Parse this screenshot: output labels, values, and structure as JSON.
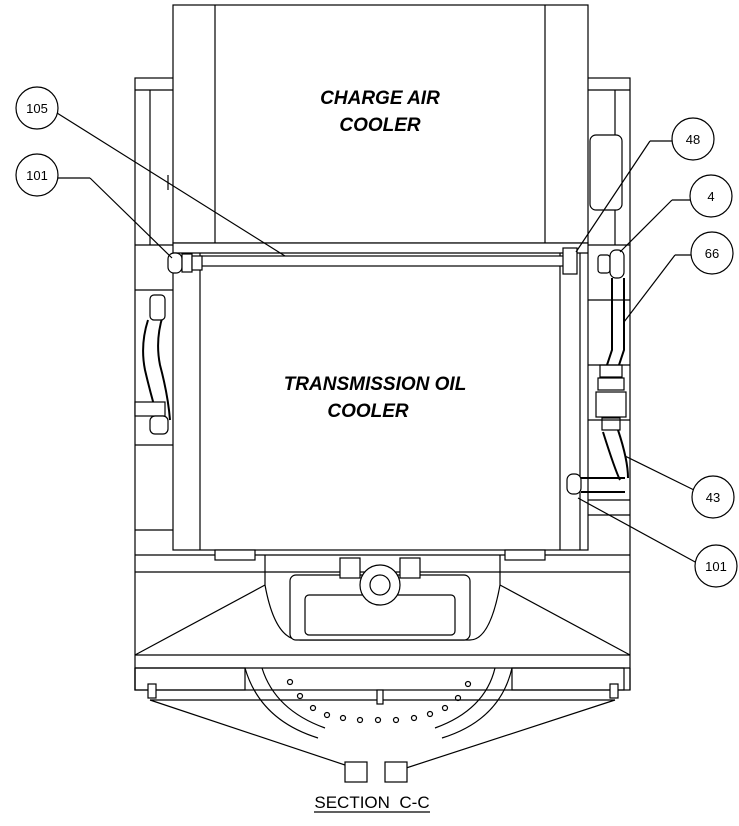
{
  "components": {
    "charge_air_cooler": {
      "line1": "CHARGE AIR",
      "line2": "COOLER"
    },
    "transmission_oil_cooler": {
      "line1": "TRANSMISSION OIL",
      "line2": "COOLER"
    }
  },
  "callouts": [
    {
      "id": "105",
      "text": "105"
    },
    {
      "id": "101-upper",
      "text": "101"
    },
    {
      "id": "48",
      "text": "48"
    },
    {
      "id": "4",
      "text": "4"
    },
    {
      "id": "66",
      "text": "66"
    },
    {
      "id": "43",
      "text": "43"
    },
    {
      "id": "101-lower",
      "text": "101"
    }
  ],
  "section_title": "SECTION  C-C"
}
